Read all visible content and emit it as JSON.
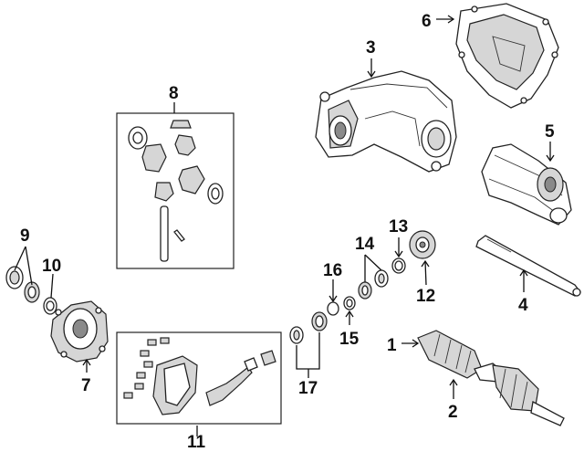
{
  "callouts": [
    {
      "id": "c1",
      "label": "1"
    },
    {
      "id": "c2",
      "label": "2"
    },
    {
      "id": "c3",
      "label": "3"
    },
    {
      "id": "c4",
      "label": "4"
    },
    {
      "id": "c5",
      "label": "5"
    },
    {
      "id": "c6",
      "label": "6"
    },
    {
      "id": "c7",
      "label": "7"
    },
    {
      "id": "c8",
      "label": "8"
    },
    {
      "id": "c9",
      "label": "9"
    },
    {
      "id": "c10",
      "label": "10"
    },
    {
      "id": "c11",
      "label": "11"
    },
    {
      "id": "c12",
      "label": "12"
    },
    {
      "id": "c13",
      "label": "13"
    },
    {
      "id": "c14",
      "label": "14"
    },
    {
      "id": "c15",
      "label": "15"
    },
    {
      "id": "c16",
      "label": "16"
    },
    {
      "id": "c17",
      "label": "17"
    }
  ],
  "colors": {
    "line": "#222222",
    "fill": "#ffffff",
    "shade": "#d6d6d6"
  }
}
